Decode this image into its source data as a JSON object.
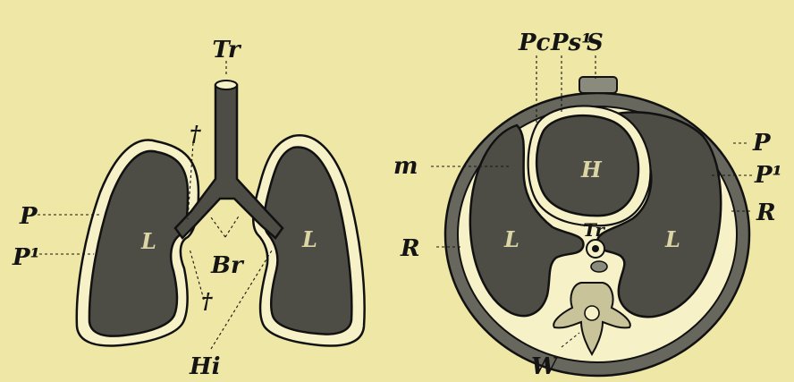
{
  "left_figure": {
    "labels": {
      "trachea": "Tr",
      "pleura_outer": "P",
      "pleura_inner": "P¹",
      "lung_left": "L",
      "lung_right": "L",
      "bronchi": "Br",
      "dagger_top": "†",
      "dagger_bottom": "†",
      "hilum": "Hi"
    }
  },
  "right_figure": {
    "labels": {
      "pericardium": "Pc",
      "pleura_inner_top": "Ps¹",
      "sternum": "S",
      "mediastinum": "m",
      "heart": "H",
      "trachea": "Tr",
      "lung_left": "L",
      "lung_right": "L",
      "ribs_left": "R",
      "pleura_outer": "P",
      "pleura_inner": "P¹",
      "ribs_right": "R",
      "vertebra": "W"
    }
  },
  "colors": {
    "paper": "#eee7a6",
    "ink": "#141414",
    "tissue": "#4d4d45",
    "cavity": "#f6f1c7"
  }
}
